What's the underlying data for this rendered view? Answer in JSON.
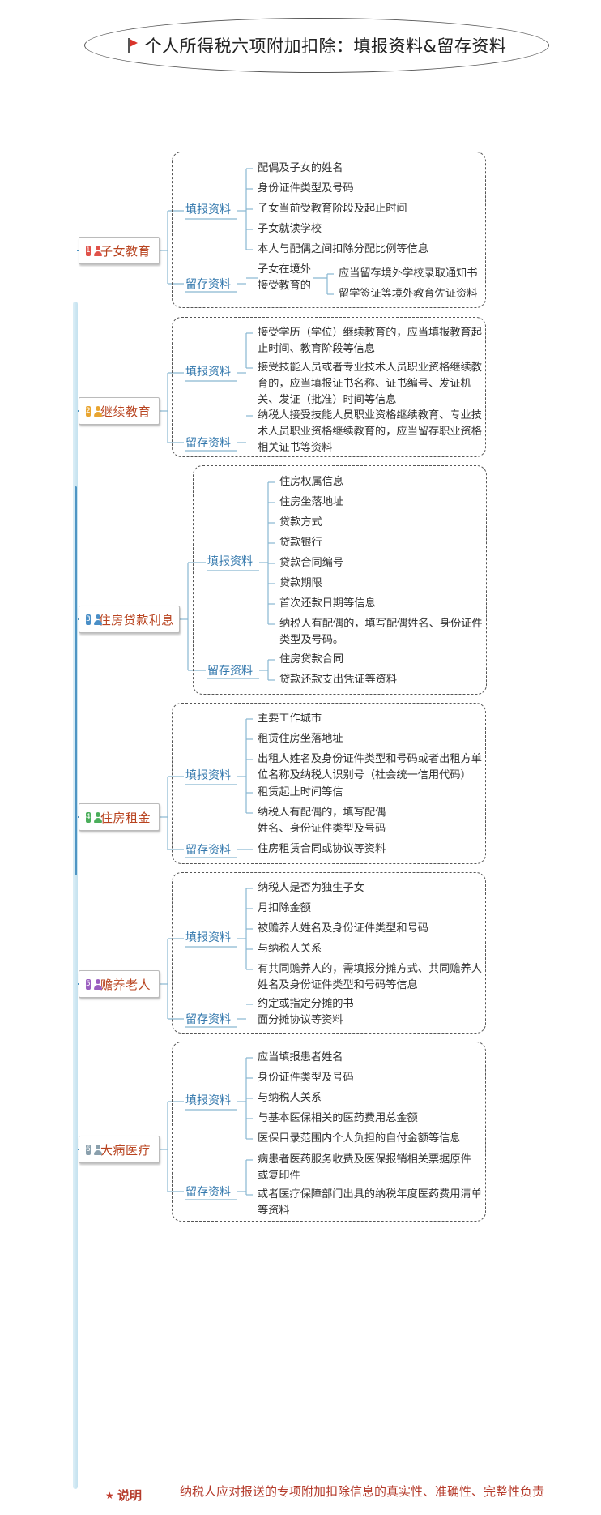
{
  "title": "个人所得税六项附加扣除：填报资料&留存资料",
  "colors": {
    "title_flag": "#d9342b",
    "category_text": "#b8431f",
    "section_text": "#3378ad",
    "connector": "#89b7d1",
    "note_text": "#b53b2b"
  },
  "categories": [
    {
      "num": "1",
      "num_color": "#e0524a",
      "label": "子女教育",
      "filing_label": "填报资料",
      "filing_items": [
        [
          "配偶及子女的姓名"
        ],
        [
          "身份证件类型及号码"
        ],
        [
          "子女当前受教育阶段及起止时间"
        ],
        [
          "子女就读学校"
        ],
        [
          "本人与配偶之间扣除分配比例等信息"
        ]
      ],
      "retain_label": "留存资料",
      "retain_sub": [
        "子女在境外",
        "接受教育的"
      ],
      "retain_items": [
        [
          "应当留存境外学校录取通知书"
        ],
        [
          "留学签证等境外教育佐证资料"
        ]
      ]
    },
    {
      "num": "2",
      "num_color": "#e8a531",
      "label": "继续教育",
      "filing_label": "填报资料",
      "filing_items": [
        [
          "接受学历（学位）继续教育的，应当填报教育起",
          "止时间、教育阶段等信息"
        ],
        [
          "接受技能人员或者专业技术人员职业资格继续教",
          "育的，应当填报证书名称、证书编号、发证机",
          "关、发证（批准）时间等信息"
        ]
      ],
      "retain_label": "留存资料",
      "retain_items": [
        [
          "纳税人接受技能人员职业资格继续教育、专业技",
          "术人员职业资格继续教育的，应当留存职业资格",
          "相关证书等资料"
        ]
      ]
    },
    {
      "num": "3",
      "num_color": "#4a8fc7",
      "label": "住房贷款利息",
      "filing_label": "填报资料",
      "filing_items": [
        [
          "住房权属信息"
        ],
        [
          "住房坐落地址"
        ],
        [
          "贷款方式"
        ],
        [
          "贷款银行"
        ],
        [
          "贷款合同编号"
        ],
        [
          "贷款期限"
        ],
        [
          "首次还款日期等信息"
        ],
        [
          "纳税人有配偶的，填写配偶姓名、身份证件",
          "类型及号码。"
        ]
      ],
      "retain_label": "留存资料",
      "retain_items": [
        [
          "住房贷款合同"
        ],
        [
          "贷款还款支出凭证等资料"
        ]
      ]
    },
    {
      "num": "4",
      "num_color": "#4bae5b",
      "label": "住房租金",
      "filing_label": "填报资料",
      "filing_items": [
        [
          "主要工作城市"
        ],
        [
          "租赁住房坐落地址"
        ],
        [
          "出租人姓名及身份证件类型和号码或者出租方单",
          "位名称及纳税人识别号（社会统一信用代码）"
        ],
        [
          "租赁起止时间等信"
        ],
        [
          "纳税人有配偶的，填写配偶",
          "姓名、身份证件类型及号码"
        ]
      ],
      "retain_label": "留存资料",
      "retain_items": [
        [
          "住房租赁合同或协议等资料"
        ]
      ]
    },
    {
      "num": "5",
      "num_color": "#9b5fc0",
      "label": "赡养老人",
      "filing_label": "填报资料",
      "filing_items": [
        [
          "纳税人是否为独生子女"
        ],
        [
          "月扣除金额"
        ],
        [
          "被赡养人姓名及身份证件类型和号码"
        ],
        [
          "与纳税人关系"
        ],
        [
          "有共同赡养人的，需填报分摊方式、共同赡养人",
          "姓名及身份证件类型和号码等信息"
        ]
      ],
      "retain_label": "留存资料",
      "retain_items": [
        [
          "约定或指定分摊的书",
          "面分摊协议等资料"
        ]
      ]
    },
    {
      "num": "6",
      "num_color": "#8aa0ad",
      "label": "大病医疗",
      "filing_label": "填报资料",
      "filing_items": [
        [
          "应当填报患者姓名"
        ],
        [
          "身份证件类型及号码"
        ],
        [
          "与纳税人关系"
        ],
        [
          "与基本医保相关的医药费用总金额"
        ],
        [
          "医保目录范围内个人负担的自付金额等信息"
        ]
      ],
      "retain_label": "留存资料",
      "retain_items": [
        [
          "病患者医药服务收费及医保报销相关票据原件",
          "或复印件"
        ],
        [
          "或者医疗保障部门出具的纳税年度医药费用清单",
          "等资料"
        ]
      ]
    }
  ],
  "note": {
    "label": "说明",
    "text": "纳税人应对报送的专项附加扣除信息的真实性、准确性、完整性负责"
  }
}
